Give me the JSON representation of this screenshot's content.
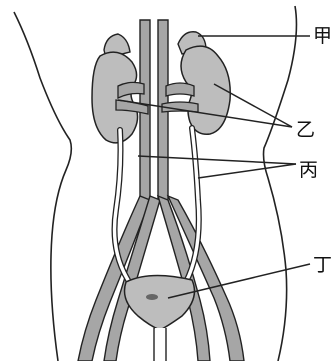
{
  "labels": {
    "jia": "甲",
    "yi": "乙",
    "bing": "丙",
    "ding": "丁"
  },
  "colors": {
    "organ_fill": "#bdbdbd",
    "vessel_fill": "#a6a6a6",
    "ureter_fill": "#ffffff",
    "outline": "#222222",
    "bladder_spot": "#666666"
  }
}
